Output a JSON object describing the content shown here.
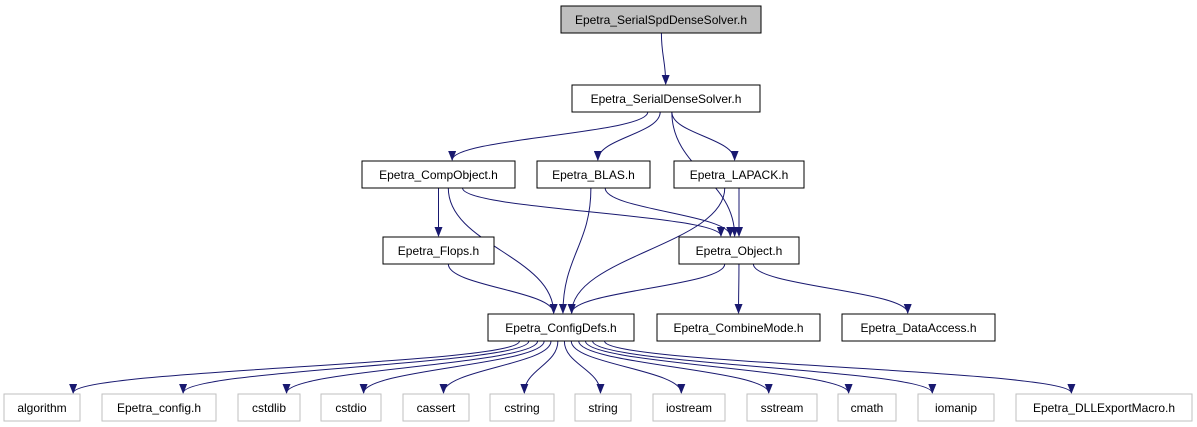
{
  "colors": {
    "edge": "#191970",
    "focus_fill": "#bfbfbf",
    "node_fill": "#ffffff",
    "node_stroke": "#000000",
    "external_stroke": "#bfbfbf",
    "label": "#000000"
  },
  "nodes": {
    "serialspd": {
      "label": "Epetra_SerialSpdDenseSolver.h",
      "kind": "focus"
    },
    "serialdense": {
      "label": "Epetra_SerialDenseSolver.h",
      "kind": "normal"
    },
    "compobject": {
      "label": "Epetra_CompObject.h",
      "kind": "normal"
    },
    "blas": {
      "label": "Epetra_BLAS.h",
      "kind": "normal"
    },
    "lapack": {
      "label": "Epetra_LAPACK.h",
      "kind": "normal"
    },
    "flops": {
      "label": "Epetra_Flops.h",
      "kind": "normal"
    },
    "object": {
      "label": "Epetra_Object.h",
      "kind": "normal"
    },
    "configdefs": {
      "label": "Epetra_ConfigDefs.h",
      "kind": "normal"
    },
    "combinemode": {
      "label": "Epetra_CombineMode.h",
      "kind": "normal"
    },
    "dataaccess": {
      "label": "Epetra_DataAccess.h",
      "kind": "normal"
    },
    "algorithm": {
      "label": "algorithm",
      "kind": "external"
    },
    "epetra_config": {
      "label": "Epetra_config.h",
      "kind": "external"
    },
    "cstdlib": {
      "label": "cstdlib",
      "kind": "external"
    },
    "cstdio": {
      "label": "cstdio",
      "kind": "external"
    },
    "cassert": {
      "label": "cassert",
      "kind": "external"
    },
    "cstring": {
      "label": "cstring",
      "kind": "external"
    },
    "string": {
      "label": "string",
      "kind": "external"
    },
    "iostream": {
      "label": "iostream",
      "kind": "external"
    },
    "sstream": {
      "label": "sstream",
      "kind": "external"
    },
    "cmath": {
      "label": "cmath",
      "kind": "external"
    },
    "iomanip": {
      "label": "iomanip",
      "kind": "external"
    },
    "dllexport": {
      "label": "Epetra_DLLExportMacro.h",
      "kind": "external"
    }
  },
  "edges": [
    [
      "serialspd",
      "serialdense"
    ],
    [
      "serialdense",
      "compobject"
    ],
    [
      "serialdense",
      "blas"
    ],
    [
      "serialdense",
      "lapack"
    ],
    [
      "serialdense",
      "object"
    ],
    [
      "compobject",
      "flops"
    ],
    [
      "compobject",
      "object"
    ],
    [
      "compobject",
      "configdefs"
    ],
    [
      "blas",
      "object"
    ],
    [
      "blas",
      "configdefs"
    ],
    [
      "lapack",
      "object"
    ],
    [
      "lapack",
      "configdefs"
    ],
    [
      "flops",
      "configdefs"
    ],
    [
      "object",
      "configdefs"
    ],
    [
      "object",
      "combinemode"
    ],
    [
      "object",
      "dataaccess"
    ],
    [
      "configdefs",
      "algorithm"
    ],
    [
      "configdefs",
      "epetra_config"
    ],
    [
      "configdefs",
      "cstdlib"
    ],
    [
      "configdefs",
      "cstdio"
    ],
    [
      "configdefs",
      "cassert"
    ],
    [
      "configdefs",
      "cstring"
    ],
    [
      "configdefs",
      "string"
    ],
    [
      "configdefs",
      "iostream"
    ],
    [
      "configdefs",
      "sstream"
    ],
    [
      "configdefs",
      "cmath"
    ],
    [
      "configdefs",
      "iomanip"
    ],
    [
      "configdefs",
      "dllexport"
    ]
  ]
}
